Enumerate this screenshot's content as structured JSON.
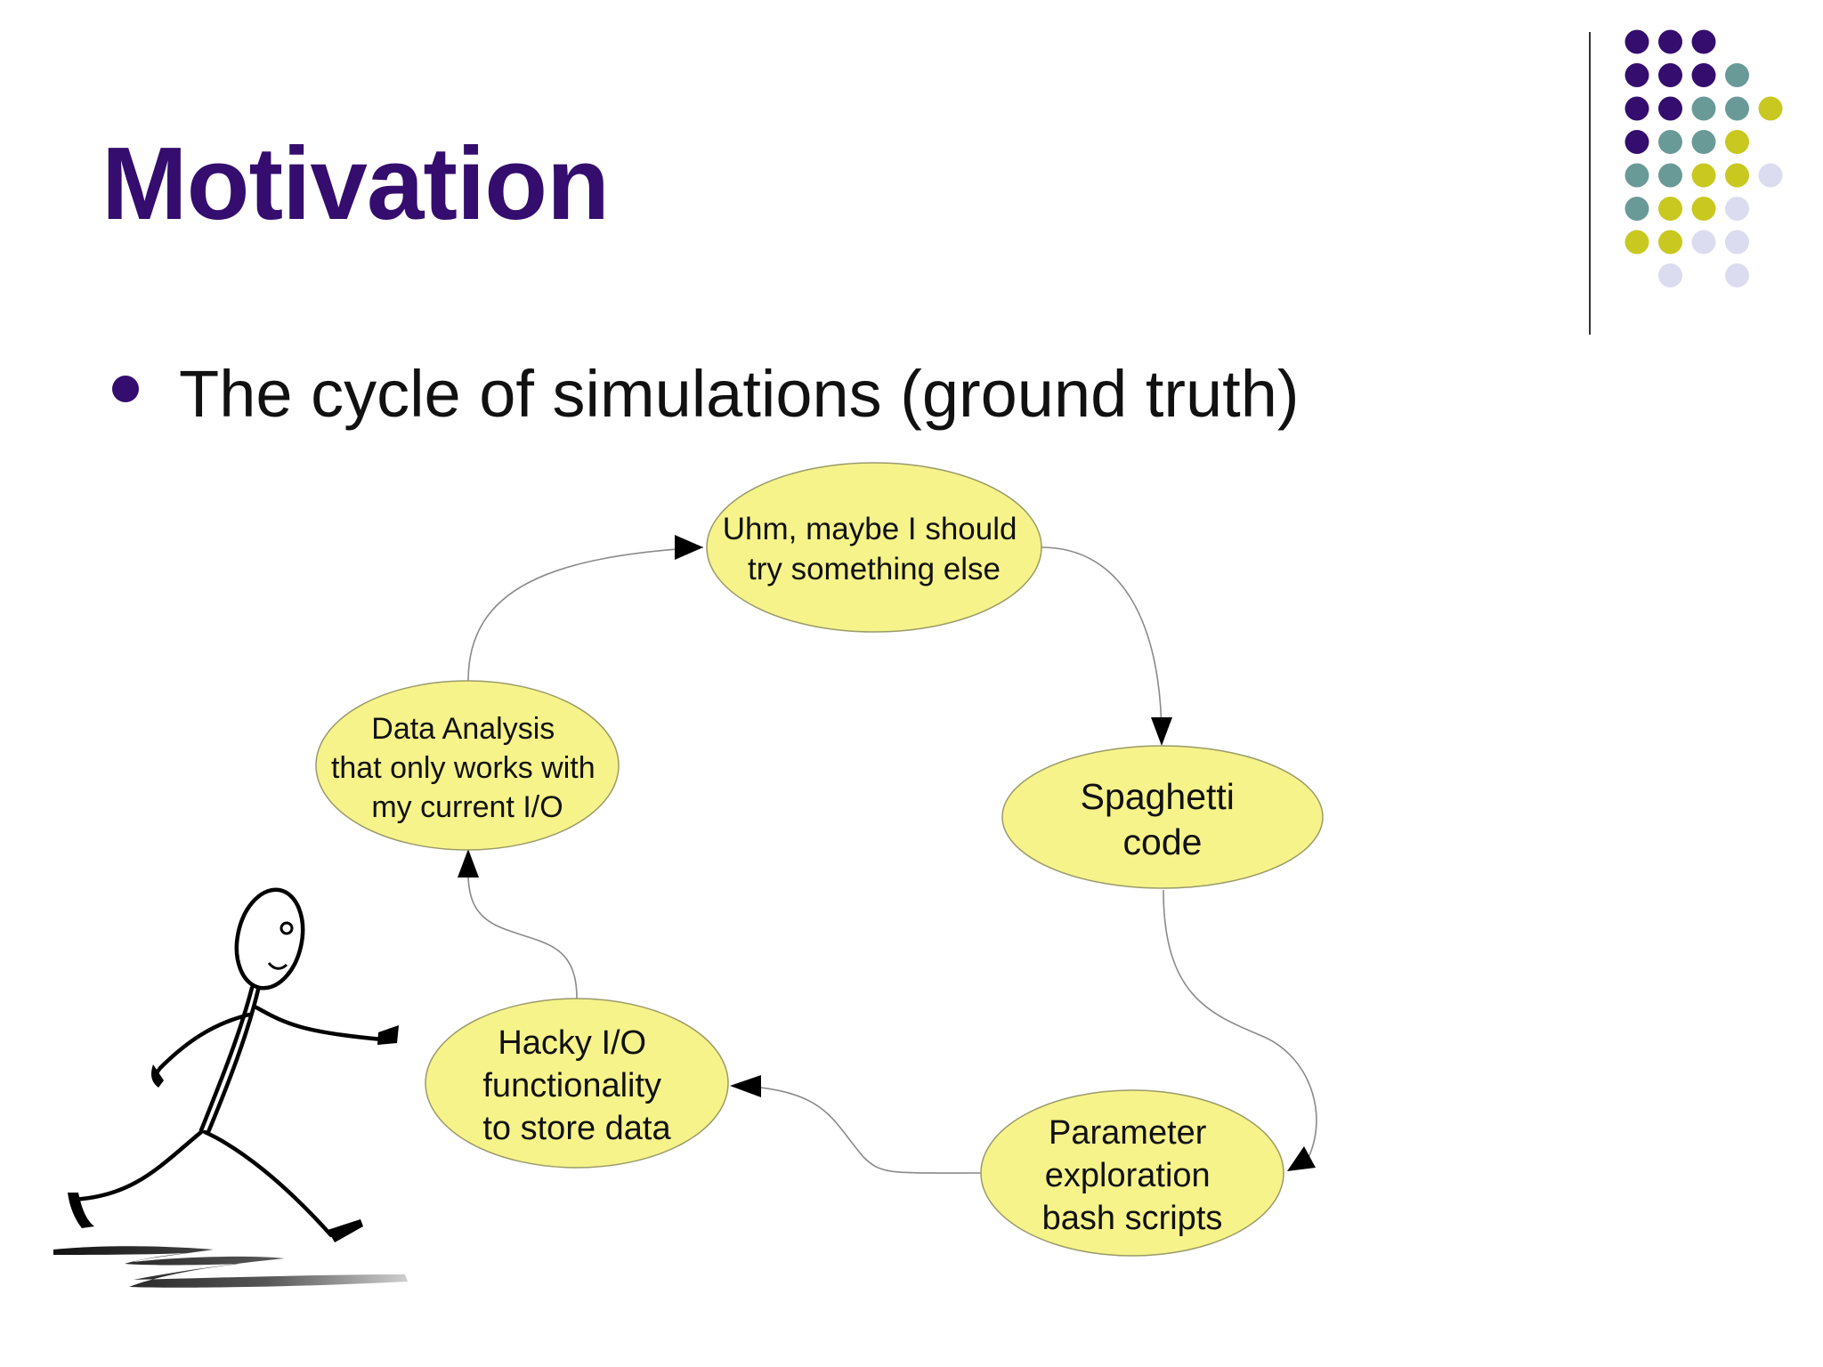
{
  "slide": {
    "title": "Motivation",
    "bullet": "The cycle of simulations (ground truth)"
  },
  "diagram": {
    "nodes": [
      {
        "id": "uhm",
        "lines": [
          "Uhm, maybe I should",
          "try something else"
        ]
      },
      {
        "id": "spaghetti",
        "lines": [
          "Spaghetti",
          "code"
        ]
      },
      {
        "id": "parameter",
        "lines": [
          "Parameter",
          "exploration",
          "bash scripts"
        ]
      },
      {
        "id": "hacky",
        "lines": [
          "Hacky I/O",
          "functionality",
          "to store data"
        ]
      },
      {
        "id": "analysis",
        "lines": [
          "Data Analysis",
          "that only works with",
          "my current I/O"
        ]
      }
    ]
  },
  "colors": {
    "title": "#340d6e",
    "node_fill": "#f6f38a",
    "node_stroke": "#9a9a6a",
    "dot_purple": "#340d6e",
    "dot_teal": "#6a9a98",
    "dot_yellow": "#c8c820",
    "dot_lavender": "#dcdcf0"
  },
  "icons": [
    "running-stick-figure-icon",
    "dot-pattern-decoration"
  ]
}
